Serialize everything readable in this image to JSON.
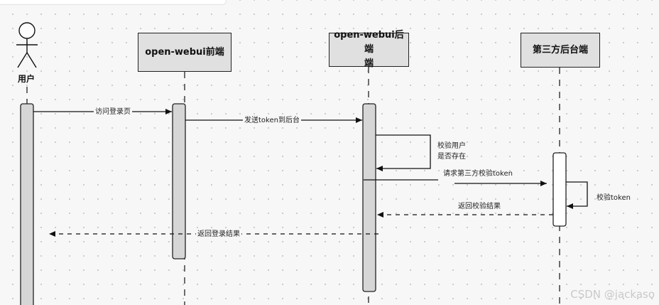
{
  "participants": {
    "user": "用户",
    "frontend": "open-webui前端",
    "backend_line1": "open-webui后端",
    "backend_line2": "端",
    "thirdparty": "第三方后台端"
  },
  "messages": {
    "m1": "访问登录页",
    "m2": "发送token到后台",
    "m3_line1": "校验用户",
    "m3_line2": "是否存在",
    "m4": "请求第三方校验token",
    "m5": "校验token",
    "m6": "返回校验结果",
    "m7": "返回登录结果"
  },
  "watermark": "CSDN @jackaso"
}
